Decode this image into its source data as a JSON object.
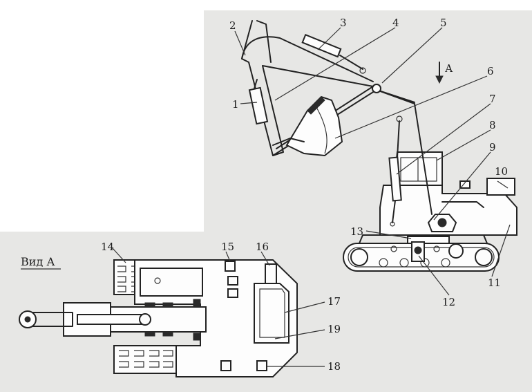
{
  "figure": {
    "view_label": "Вид А",
    "arrow_label": "А",
    "callouts": [
      "1",
      "2",
      "3",
      "4",
      "5",
      "6",
      "7",
      "8",
      "9",
      "10",
      "11",
      "12",
      "13",
      "14",
      "15",
      "16",
      "17",
      "18",
      "19"
    ]
  }
}
